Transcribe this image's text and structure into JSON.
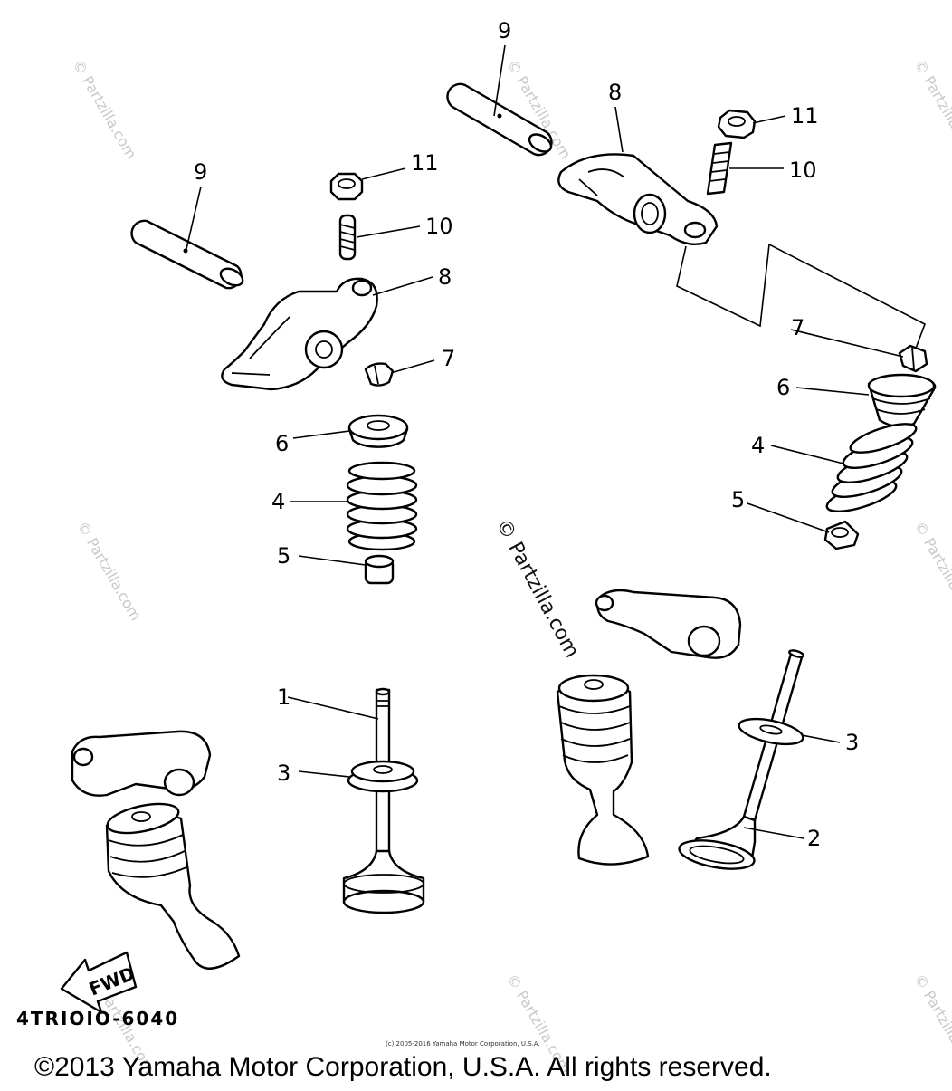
{
  "diagram": {
    "part_code": "4TRIOIO-6040",
    "copyright": "©2013 Yamaha Motor Corporation, U.S.A. All rights reserved.",
    "fine_copyright": "(c) 2005-2016 Yamaha Motor Corporation, U.S.A.",
    "watermark": "© Partzilla.com",
    "fwd_label": "FWD",
    "callouts": [
      {
        "id": "c9a",
        "label": "9"
      },
      {
        "id": "c8a",
        "label": "8"
      },
      {
        "id": "c11a",
        "label": "11"
      },
      {
        "id": "c10a",
        "label": "10"
      },
      {
        "id": "c9b",
        "label": "9"
      },
      {
        "id": "c11b",
        "label": "11"
      },
      {
        "id": "c10b",
        "label": "10"
      },
      {
        "id": "c8b",
        "label": "8"
      },
      {
        "id": "c7a",
        "label": "7"
      },
      {
        "id": "c7b",
        "label": "7"
      },
      {
        "id": "c6a",
        "label": "6"
      },
      {
        "id": "c6b",
        "label": "6"
      },
      {
        "id": "c4a",
        "label": "4"
      },
      {
        "id": "c4b",
        "label": "4"
      },
      {
        "id": "c5a",
        "label": "5"
      },
      {
        "id": "c5b",
        "label": "5"
      },
      {
        "id": "c1",
        "label": "1"
      },
      {
        "id": "c3a",
        "label": "3"
      },
      {
        "id": "c3b",
        "label": "3"
      },
      {
        "id": "c2",
        "label": "2"
      }
    ]
  }
}
